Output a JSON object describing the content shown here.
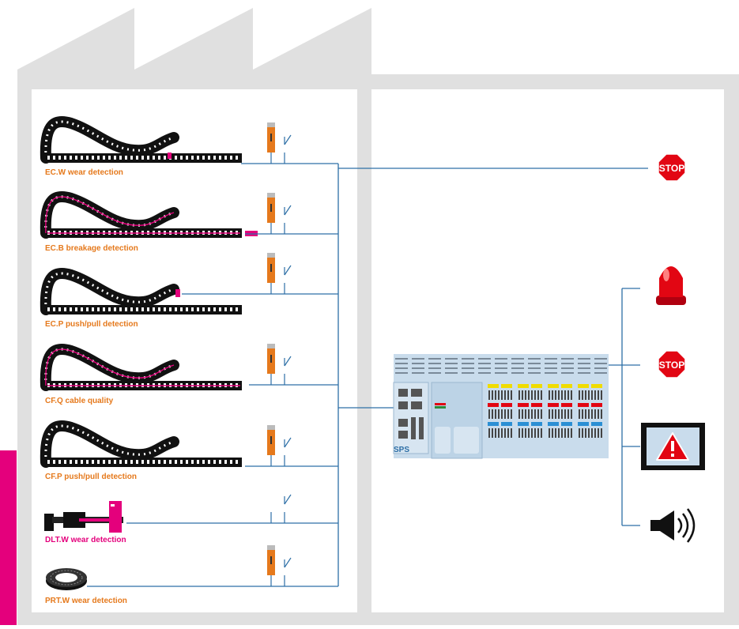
{
  "sensors": [
    {
      "id": "ec-w",
      "label": "EC.W wear detection"
    },
    {
      "id": "ec-b",
      "label": "EC.B breakage detection"
    },
    {
      "id": "ec-p",
      "label": "EC.P push/pull detection"
    },
    {
      "id": "cf-q",
      "label": "CF.Q cable quality"
    },
    {
      "id": "cf-p",
      "label": "CF.P push/pull detection"
    },
    {
      "id": "dlt-w",
      "label": "DLT.W wear detection"
    },
    {
      "id": "prt-w",
      "label": "PRT.W wear detection"
    }
  ],
  "controller": {
    "label": "SPS"
  },
  "outputs": {
    "stop_label_top": "STOP",
    "stop_label_mid": "STOP",
    "icons": [
      "stop-sign-icon",
      "warning-light-icon",
      "stop-sign-icon",
      "warning-screen-icon",
      "horn-speaker-icon"
    ]
  },
  "colors": {
    "orange": "#e5791c",
    "magenta": "#e4007c",
    "wire": "#2d6fa6",
    "building": "#e0e0e0",
    "stop_red": "#e20613"
  }
}
